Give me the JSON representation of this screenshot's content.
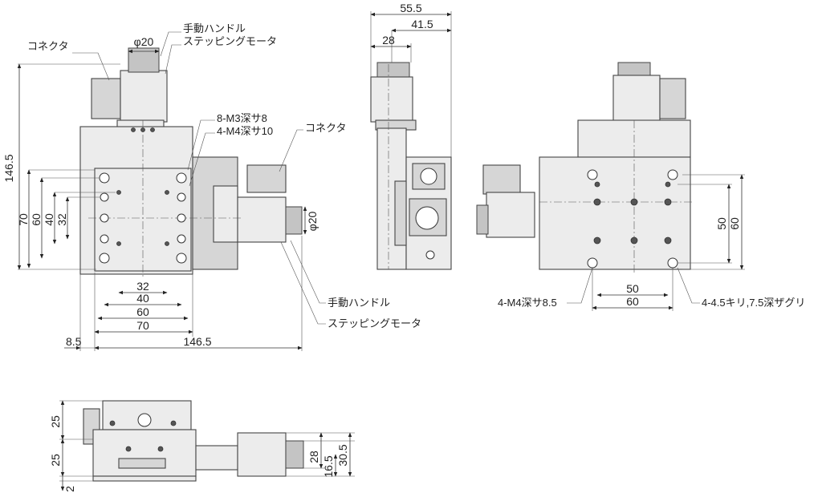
{
  "labels": {
    "connector": "コネクタ",
    "manual_handle": "手動ハンドル",
    "stepping_motor": "ステッピングモータ",
    "m3_holes": "8-M3深サ8",
    "m4_holes": "4-M4深サ10",
    "m4_bottom": "4-M4深サ8.5",
    "counterbore": "4-4.5キリ,7.5深ザグリ"
  },
  "dims": {
    "top": {
      "height_total": "146.5",
      "dia_knob": "φ20",
      "dia_knob_side": "φ20",
      "v70": "70",
      "v60": "60",
      "v40": "40",
      "v32": "32",
      "h32": "32",
      "h40": "40",
      "h60": "60",
      "h70": "70",
      "offset": "8.5",
      "width_total": "146.5"
    },
    "side": {
      "w555": "55.5",
      "w415": "41.5",
      "w28": "28"
    },
    "bottom": {
      "v50": "50",
      "v60": "60",
      "h50": "50",
      "h60": "60"
    },
    "front": {
      "v25a": "25",
      "v25b": "25",
      "v2": "2",
      "v28": "28",
      "v165": "16.5",
      "v305": "30.5"
    }
  }
}
